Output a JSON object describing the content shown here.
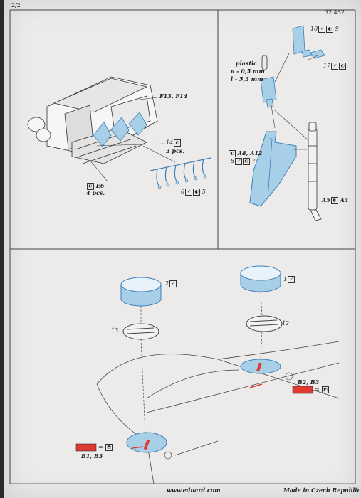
{
  "header": {
    "page": "2/2",
    "code": "32 452"
  },
  "callouts": {
    "f13": "F13, F14",
    "p14": "14",
    "p14qty": "3 pcs.",
    "e6": "E6",
    "e6qty": "4 pcs.",
    "p6": "6",
    "p5": "5",
    "plastic": "plastic",
    "dia": "ø - 0,5 mm",
    "len": "l - 5,3 mm",
    "p10": "10",
    "p9": "9",
    "p17": "17",
    "a8": "A8, A12",
    "p8": "8",
    "p7": "7",
    "a5": "A5",
    "a4": "A4",
    "p2": "2",
    "p1": "1",
    "p13": "13",
    "p12": "12",
    "b2": "B2, B3",
    "b1": "B1, B3"
  },
  "footer": {
    "site": "www.eduard.com",
    "made": "Made in Czech Republic"
  },
  "colors": {
    "part": "#a8cfe8",
    "partEdge": "#3d7fb8",
    "red": "#e0392f",
    "line": "#333333"
  }
}
